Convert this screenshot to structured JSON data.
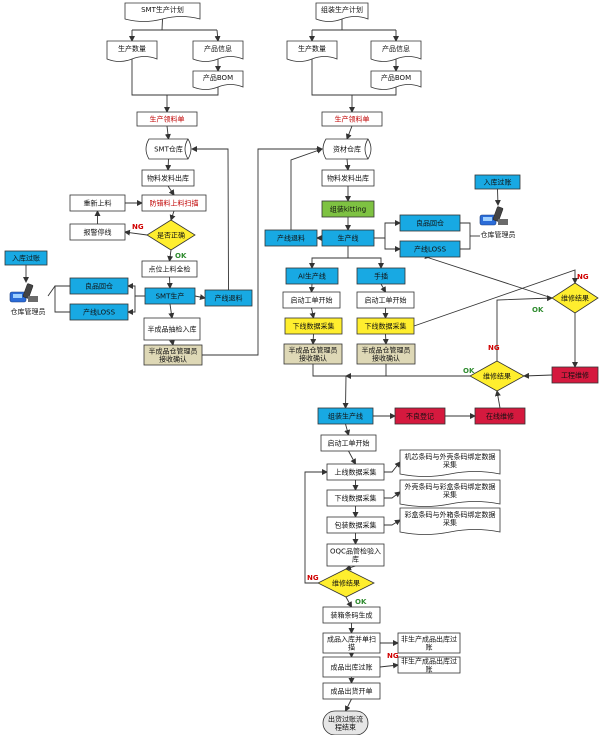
{
  "colors": {
    "blue": "#18a9e3",
    "yellow": "#ffee2e",
    "red": "#d5193e",
    "gray": "#f0f0f0",
    "tan": "#ded8b6",
    "green": "#7ec242",
    "line": "#333333",
    "ok": "#2e8b2e",
    "ng": "#d00000"
  },
  "nodes": {
    "smt_plan": "SMT生产计划",
    "smt_qty": "生产数量",
    "smt_info": "产品信息",
    "smt_bom": "产品BOM",
    "smt_pick": "生产领料单",
    "smt_wh": "SMT仓库",
    "smt_issue": "物料发料出库",
    "refeed": "重新上料",
    "antierr": "防错料上料扫描",
    "alarm": "报警停线",
    "correct": "是否正确",
    "pos_check": "点位上料全检",
    "left_inbound": "入库过账",
    "left_scanner": "仓库管理员",
    "left_good": "良品回仓",
    "left_loss": "产线LOSS",
    "smt_prod": "SMT生产",
    "smt_line_return": "产线退料",
    "semi_inbound": "半成品抽检入库",
    "semi_confirm": "半成品仓管理员接收确认",
    "asm_plan": "组装生产计划",
    "asm_qty": "生产数量",
    "asm_info": "产品信息",
    "asm_bom": "产品BOM",
    "asm_pick": "生产领料单",
    "mat_wh": "资材仓库",
    "mat_issue": "物料发料出库",
    "kitting": "组装kitting",
    "line_return": "产线退料",
    "line_prod": "生产线",
    "right_good": "良品回仓",
    "right_loss": "产线LOSS",
    "right_inbound": "入库过账",
    "right_scanner": "仓库管理员",
    "ai_prod": "AI生产线",
    "manual": "手插",
    "start_wo1": "启动工单开始",
    "start_wo2": "启动工单开始",
    "offline1": "下线数据采集",
    "offline2": "下线数据采集",
    "semi_confirm2": "半成品仓管理员接收确认",
    "semi_confirm3": "半成品仓管理员接收确认",
    "repair_result_r": "维修结果",
    "repair_result": "维修结果",
    "eng_repair": "工程维修",
    "asm_line": "组装生产线",
    "defect_reg": "不良登记",
    "online_repair": "在线维修",
    "start_wo3": "启动工单开始",
    "online_collect": "上线数据采集",
    "offline3": "下线数据采集",
    "pack_collect": "包装数据采集",
    "oqc": "OQC品管检验入库",
    "note1": "机芯条码与外壳条码绑定数据采集",
    "note2": "外壳条码与彩盒条码绑定数据采集",
    "note3": "彩盒条码与外箱条码绑定数据采集",
    "repair_result3": "维修结果",
    "carton_code": "装箱条码生成",
    "fg_inbound": "成品入库并单扫描",
    "nonfg_out": "非生产成品出库过账",
    "fg_outbound": "成品出库过账",
    "nonfg_out2": "非生产成品出库过账",
    "fg_ship": "成品出货开单",
    "end": "出货过账流程结束"
  },
  "edges": {
    "ok": "OK",
    "ng": "NG"
  }
}
